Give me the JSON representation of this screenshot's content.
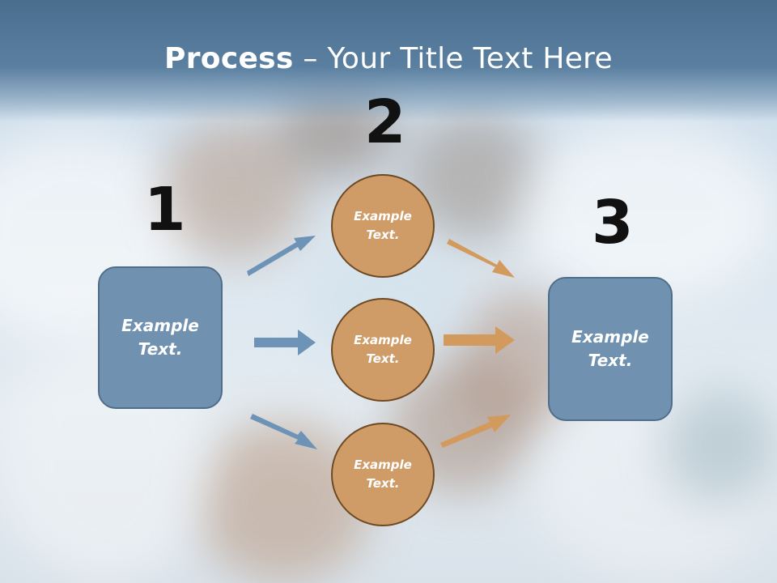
{
  "title": {
    "strong": "Process",
    "rest": " – Your Title Text Here"
  },
  "steps": {
    "one": "1",
    "two": "2",
    "three": "3"
  },
  "left_box": {
    "text": "Example\nText."
  },
  "right_box": {
    "text": "Example\nText."
  },
  "circles": [
    {
      "text": "Example\nText."
    },
    {
      "text": "Example\nText."
    },
    {
      "text": "Example\nText."
    }
  ],
  "colors": {
    "box_fill": "#7092b0",
    "circle_fill": "#cf9c68",
    "blue_arrow": "#6d93b7",
    "orange_arrow": "#d39a5e",
    "title_band": "#4a6e8e"
  }
}
